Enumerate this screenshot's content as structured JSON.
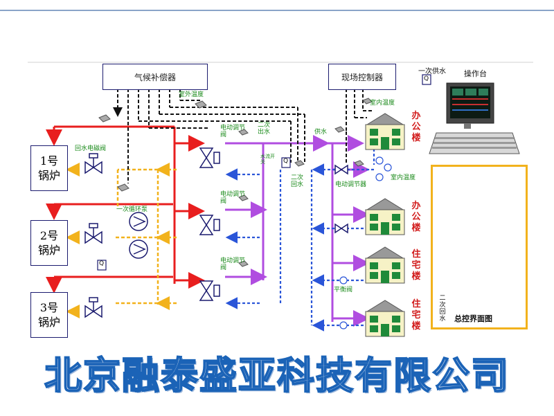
{
  "page": {
    "company_name": "北京融泰盛亚科技有限公司"
  },
  "controllers": {
    "climate_compensator": "气候补偿器",
    "site_controller": "现场控制器",
    "console": "操作台",
    "primary_supply_water": "一次供水"
  },
  "boilers": [
    {
      "label": "1号\n锅炉"
    },
    {
      "label": "2号\n锅炉"
    },
    {
      "label": "3号\n锅炉"
    }
  ],
  "labels": {
    "outdoor_temp": "室外温度",
    "return_water_valve": "回水电磁阀",
    "primary_circ_pump": "一次循环泵",
    "electric_valve_1": "电动调节阀",
    "electric_valve_2": "电动调节阀",
    "electric_valve_3": "电动调节阀",
    "secondary_outlet": "二次出水",
    "secondary_return": "二次回水",
    "supply_water": "供水",
    "indoor_temp_1": "室内温度",
    "indoor_temp_2": "室内温度",
    "electric_regulator": "电动调节器",
    "flow_switch": "水流开关",
    "balance_valve": "平衡阀",
    "secondary_return_panel": "二次回水",
    "q_symbol": "Q"
  },
  "buildings": [
    {
      "label": "办公楼"
    },
    {
      "label": "办公楼"
    },
    {
      "label": "住宅楼"
    },
    {
      "label": "住宅楼"
    }
  ],
  "panel": {
    "title": "总控界面图"
  },
  "colors": {
    "supply": "#e81e1e",
    "return_orange": "#f2b21c",
    "secondary_supply": "#b04de0",
    "secondary_return": "#2a55d8",
    "control_dash": "#111111",
    "label_green": "#1a8a1a",
    "building_label": "#d21e1e"
  }
}
